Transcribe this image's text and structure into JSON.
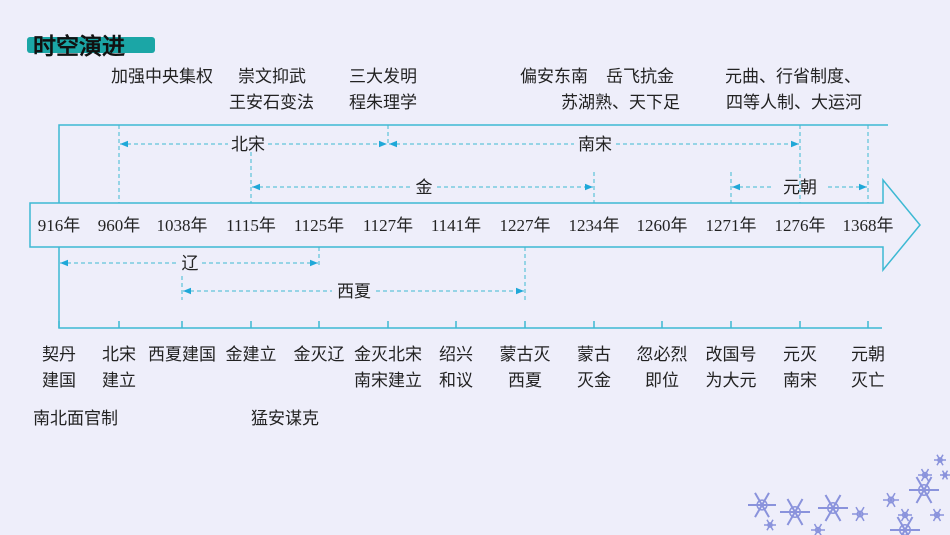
{
  "title": "时空演进",
  "colors": {
    "accent": "#1ba6a6",
    "line": "#3db9d3",
    "background": "#eeeefa"
  },
  "top_notes": {
    "line1": [
      "加强中央集权",
      "崇文抑武",
      "三大发明",
      "偏安东南",
      "岳飞抗金",
      "元曲、行省制度、"
    ],
    "line2": [
      "王安石变法",
      "程朱理学",
      "苏湖熟、天下足",
      "四等人制、大运河"
    ]
  },
  "years": [
    "916年",
    "960年",
    "1038年",
    "1115年",
    "1125年",
    "1127年",
    "1141年",
    "1227年",
    "1234年",
    "1260年",
    "1271年",
    "1276年",
    "1368年"
  ],
  "periods": {
    "bei_song": "北宋",
    "nan_song": "南宋",
    "jin": "金",
    "yuan": "元朝",
    "liao": "辽",
    "xixia": "西夏"
  },
  "events": [
    [
      "契丹",
      "建国"
    ],
    [
      "北宋",
      "建立"
    ],
    [
      "西夏建国",
      ""
    ],
    [
      "金建立",
      ""
    ],
    [
      "金灭辽",
      ""
    ],
    [
      "金灭北宋",
      "南宋建立"
    ],
    [
      "绍兴",
      "和议"
    ],
    [
      "蒙古灭",
      "西夏"
    ],
    [
      "蒙古",
      "灭金"
    ],
    [
      "忽必烈",
      "即位"
    ],
    [
      "改国号",
      "为大元"
    ],
    [
      "元灭",
      "南宋"
    ],
    [
      "元朝",
      "灭亡"
    ]
  ],
  "extra_notes": [
    "南北面官制",
    "猛安谋克"
  ]
}
